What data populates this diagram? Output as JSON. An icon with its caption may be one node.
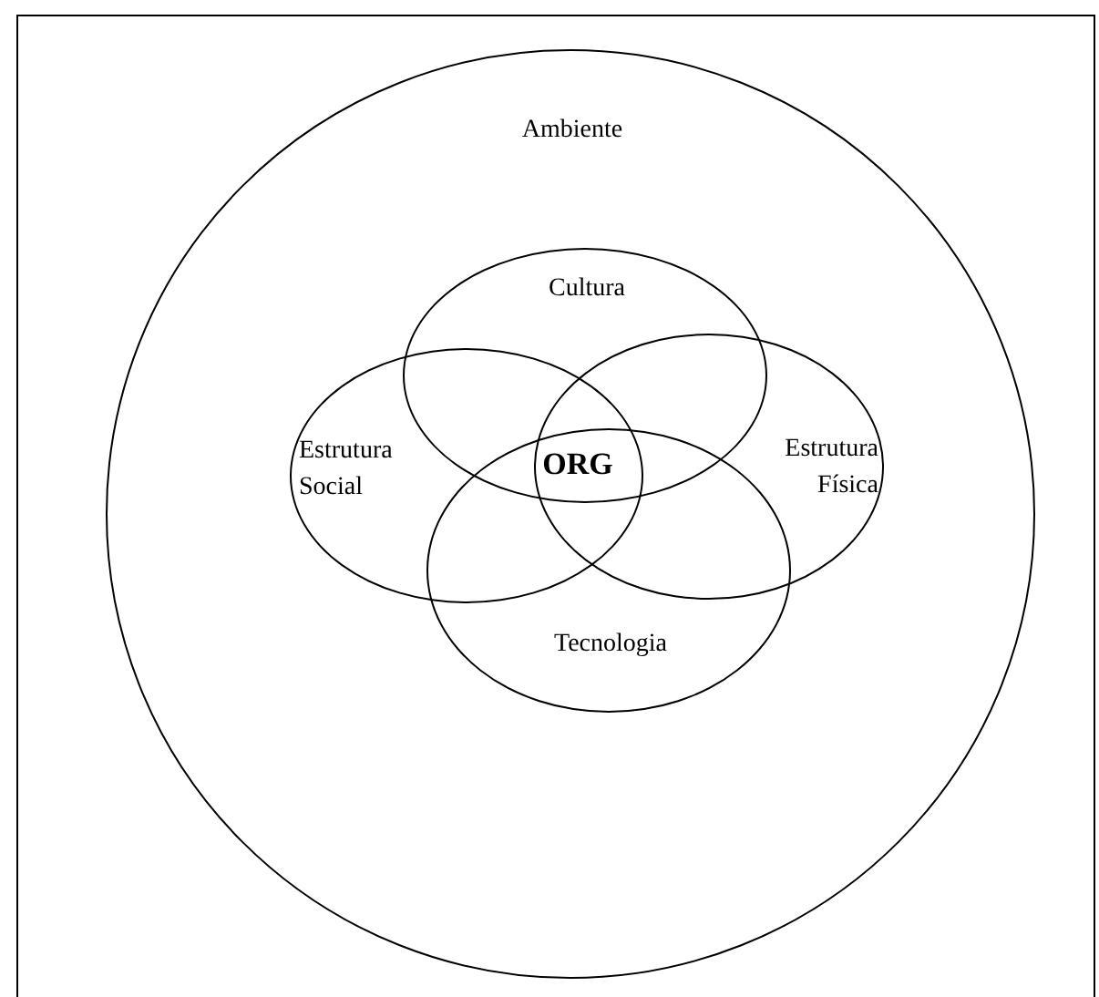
{
  "diagram": {
    "nodes": [
      {
        "text": [
          "Ambiente"
        ]
      },
      {
        "text": [
          "Cultura"
        ],
        "in": 0
      },
      {
        "text": [
          "Estrutura Social"
        ],
        "in": 0
      },
      {
        "text": [
          "Estrutura Física"
        ],
        "in": 0
      },
      {
        "text": [
          "Tecnologia"
        ],
        "in": 0
      }
    ],
    "labels": [
      "ORG"
    ]
  }
}
